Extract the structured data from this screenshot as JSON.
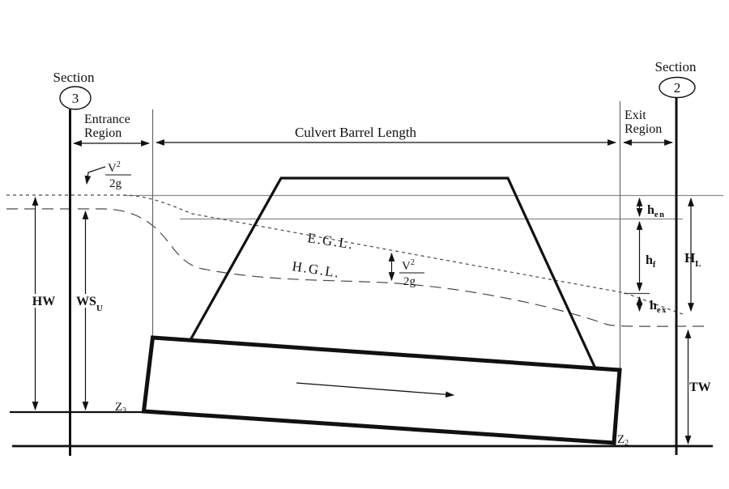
{
  "colors": {
    "ink": "#111111",
    "reference_line": "#8a8a8a",
    "grade_line": "#4a4a4a",
    "background": "#ffffff"
  },
  "sections": {
    "title": "Section",
    "upstream_number": "3",
    "downstream_number": "2"
  },
  "regions": {
    "entrance": [
      "Entrance",
      "Region"
    ],
    "barrel": "Culvert Barrel Length",
    "exit": [
      "Exit",
      "Region"
    ]
  },
  "grade_lines": {
    "energy": "E.G.L.",
    "hydraulic": "H.G.L."
  },
  "velocity_head": {
    "numerator": "V",
    "exponent": "2",
    "denominator": "2g"
  },
  "measures": {
    "headwater": "HW",
    "water_surface": "WS",
    "water_surface_sub": "U",
    "entrance_loss_base": "h",
    "entrance_loss_sub": "en",
    "friction_loss_base": "h",
    "friction_loss_sub": "f",
    "exit_loss_base": "h",
    "exit_loss_sub": "ex",
    "total_loss_base": "H",
    "total_loss_sub": "L",
    "tailwater": "TW"
  },
  "datums": {
    "z_base": "Z",
    "upstream_sub": "3",
    "downstream_sub": "2"
  }
}
